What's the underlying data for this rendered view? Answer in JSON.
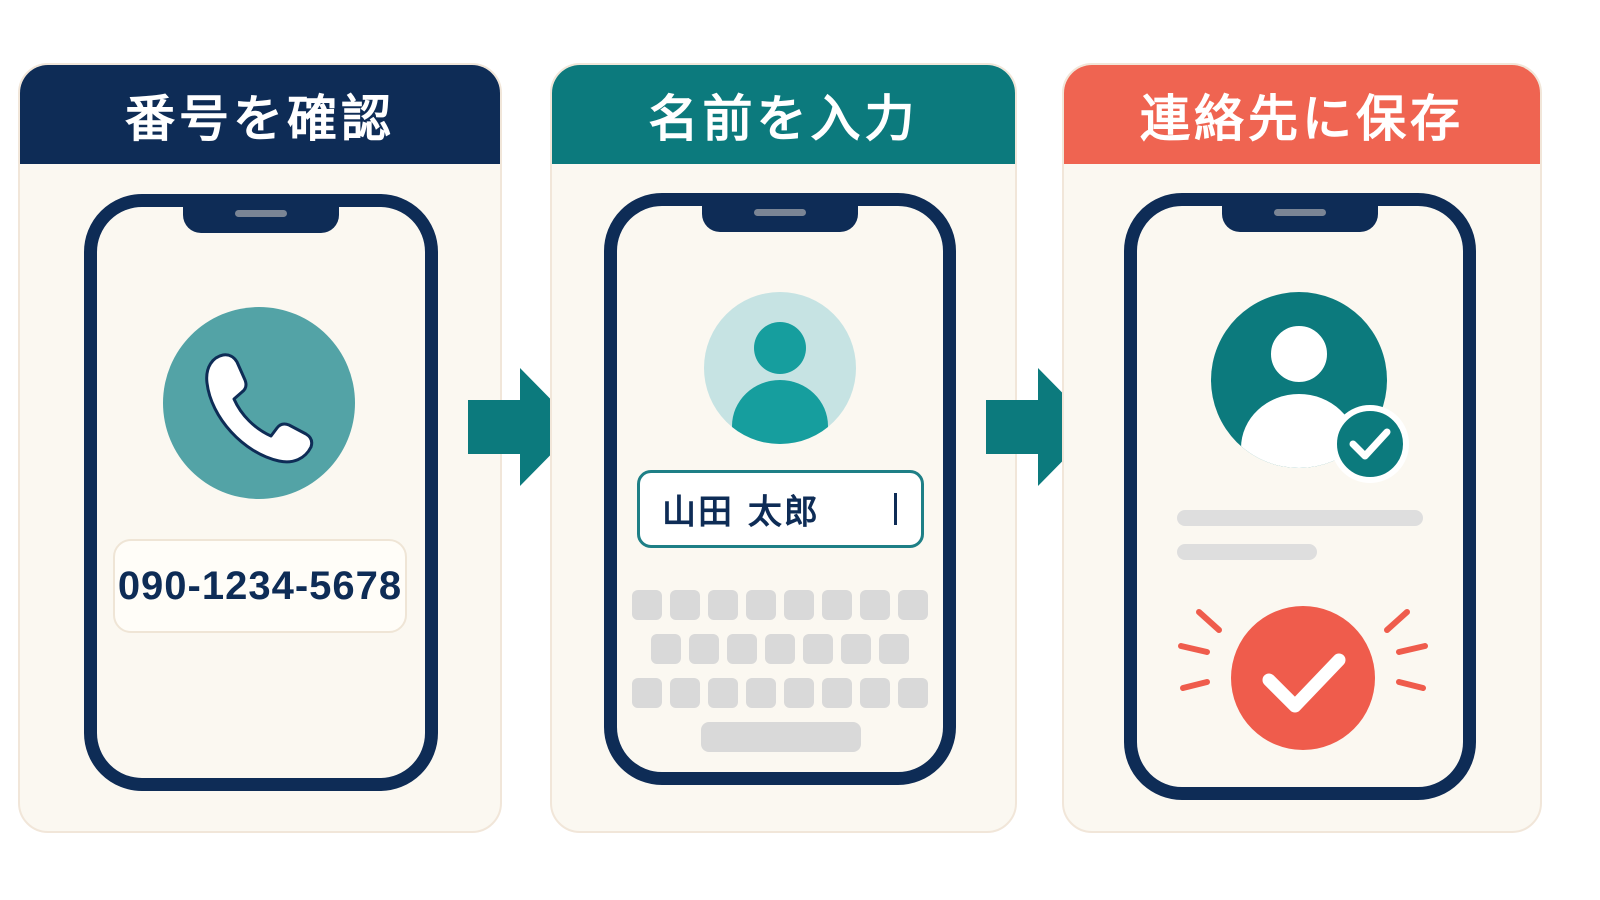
{
  "steps": [
    {
      "title": "番号を確認",
      "color": "#0e2c56"
    },
    {
      "title": "名前を入力",
      "color": "#0c7a7d"
    },
    {
      "title": "連絡先に保存",
      "color": "#ef6451"
    }
  ],
  "step1": {
    "phone_number": "090-1234-5678",
    "icon": "phone-icon"
  },
  "step2": {
    "name_value": "山田 太郎",
    "icon": "person-icon"
  },
  "step3": {
    "icon": "contact-check-icon",
    "success_icon": "success-check-icon"
  },
  "colors": {
    "navy": "#0e2c56",
    "teal": "#0c7a7d",
    "coral": "#ef6451",
    "panel_bg": "#fbf8f1"
  }
}
